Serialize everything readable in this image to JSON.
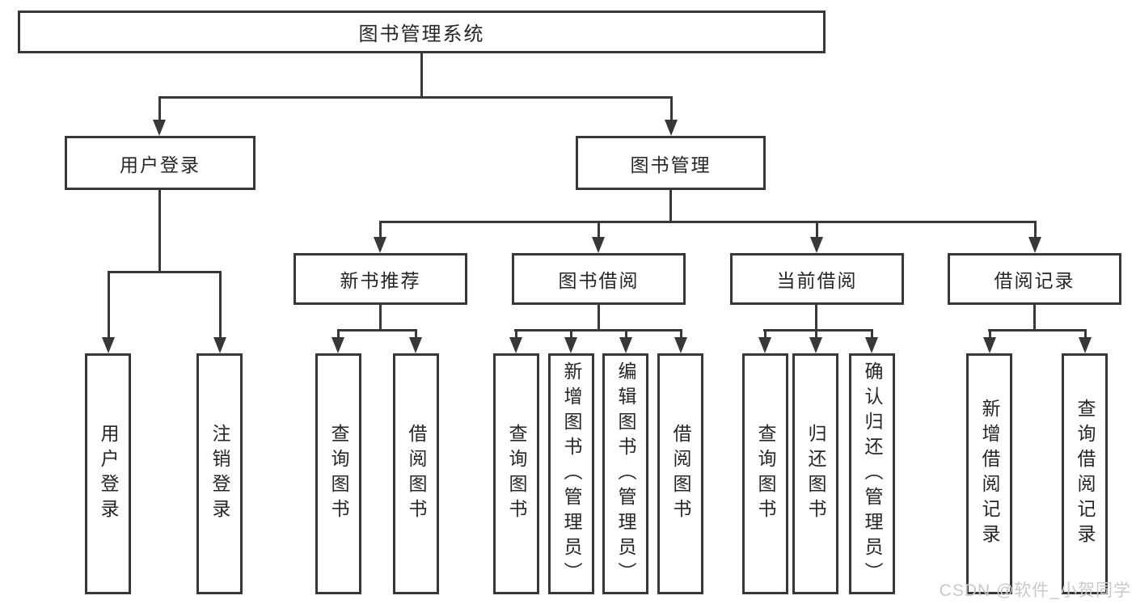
{
  "diagram": {
    "root": {
      "label": "图书管理系统"
    },
    "branches": [
      {
        "label": "用户登录",
        "children": [
          {
            "label": "用户登录"
          },
          {
            "label": "注销登录"
          }
        ]
      },
      {
        "label": "图书管理",
        "children": [
          {
            "label": "新书推荐",
            "children": [
              {
                "label": "查询图书"
              },
              {
                "label": "借阅图书"
              }
            ]
          },
          {
            "label": "图书借阅",
            "children": [
              {
                "label": "查询图书"
              },
              {
                "label": "新增图书（管理员）"
              },
              {
                "label": "编辑图书（管理员）"
              },
              {
                "label": "借阅图书"
              }
            ]
          },
          {
            "label": "当前借阅",
            "children": [
              {
                "label": "查询图书"
              },
              {
                "label": "归还图书"
              },
              {
                "label": "确认归还（管理员）"
              }
            ]
          },
          {
            "label": "借阅记录",
            "children": [
              {
                "label": "新增借阅记录"
              },
              {
                "label": "查询借阅记录"
              }
            ]
          }
        ]
      }
    ]
  },
  "watermark": {
    "text": "CSDN @软件_小贺同学"
  },
  "colors": {
    "line": "#383838",
    "text": "#262626",
    "watermark": "#c9c9c9",
    "background": "#ffffff"
  }
}
